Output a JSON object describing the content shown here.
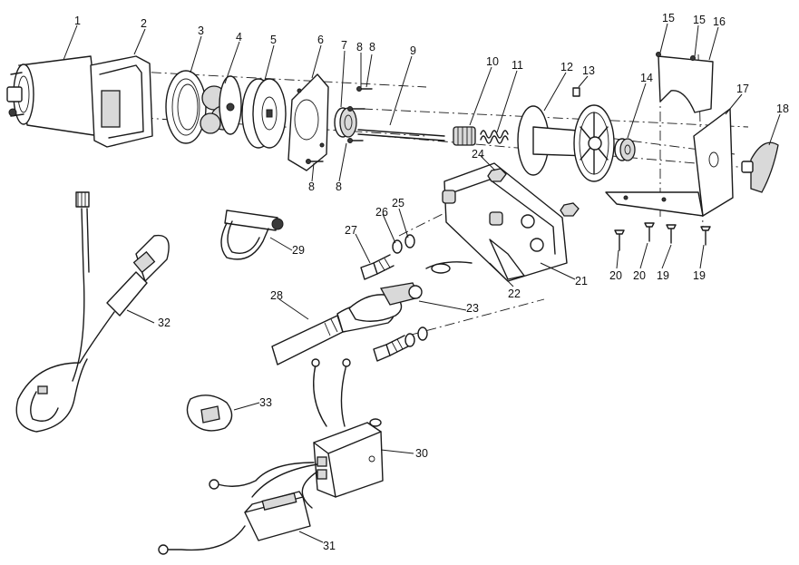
{
  "diagram": {
    "type": "exploded-parts-view",
    "callouts": [
      "1",
      "2",
      "3",
      "4",
      "5",
      "6",
      "7",
      "8",
      "8",
      "8",
      "8",
      "9",
      "10",
      "11",
      "12",
      "13",
      "14",
      "15",
      "15",
      "16",
      "17",
      "18",
      "19",
      "19",
      "20",
      "20",
      "21",
      "22",
      "23",
      "24",
      "25",
      "26",
      "27",
      "28",
      "29",
      "30",
      "31",
      "32",
      "33"
    ]
  }
}
